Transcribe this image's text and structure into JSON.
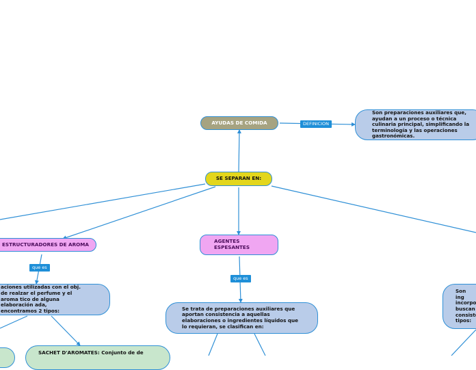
{
  "colors": {
    "line": "#2e8fd6",
    "label_bg": "#1e8fd8",
    "root_bg": "#a6a381",
    "hub_bg": "#e3d61c",
    "pink_bg": "#f0a6f2",
    "blue_bg": "#b9cce9",
    "green_bg": "#c8e6cc"
  },
  "nodes": {
    "root": "AYUDAS DE COMIDA",
    "definition": "Son preparaciones auxiliares que, ayudan a un proceso o técnica culinaria principal, simplificando la terminología y las operaciones gastronómicas.",
    "hub": "SE SEPARAN EN:",
    "aroma": "ESTRUCTURADORES DE AROMA",
    "aroma_desc": "aciones utilizadas con el obj. de realzar el perfume y el aroma tico de alguna elaboración ada, encontramos 2 tipos:",
    "espesantes": "AGENTES ESPESANTES",
    "espesantes_desc": "Se trata de preparaciones auxiliares que aportan consistencia a aquellas elaboraciones o ingredientes líquidos que lo requieran, se clasifican en:",
    "right_desc": "Son ing incorpo buscan consiste tipos:",
    "sachet": "SACHET D'AROMATES: Conjunto de de"
  },
  "labels": {
    "definicion": "DEFINICION",
    "que_es_1": "que es",
    "que_es_2": "que es"
  }
}
